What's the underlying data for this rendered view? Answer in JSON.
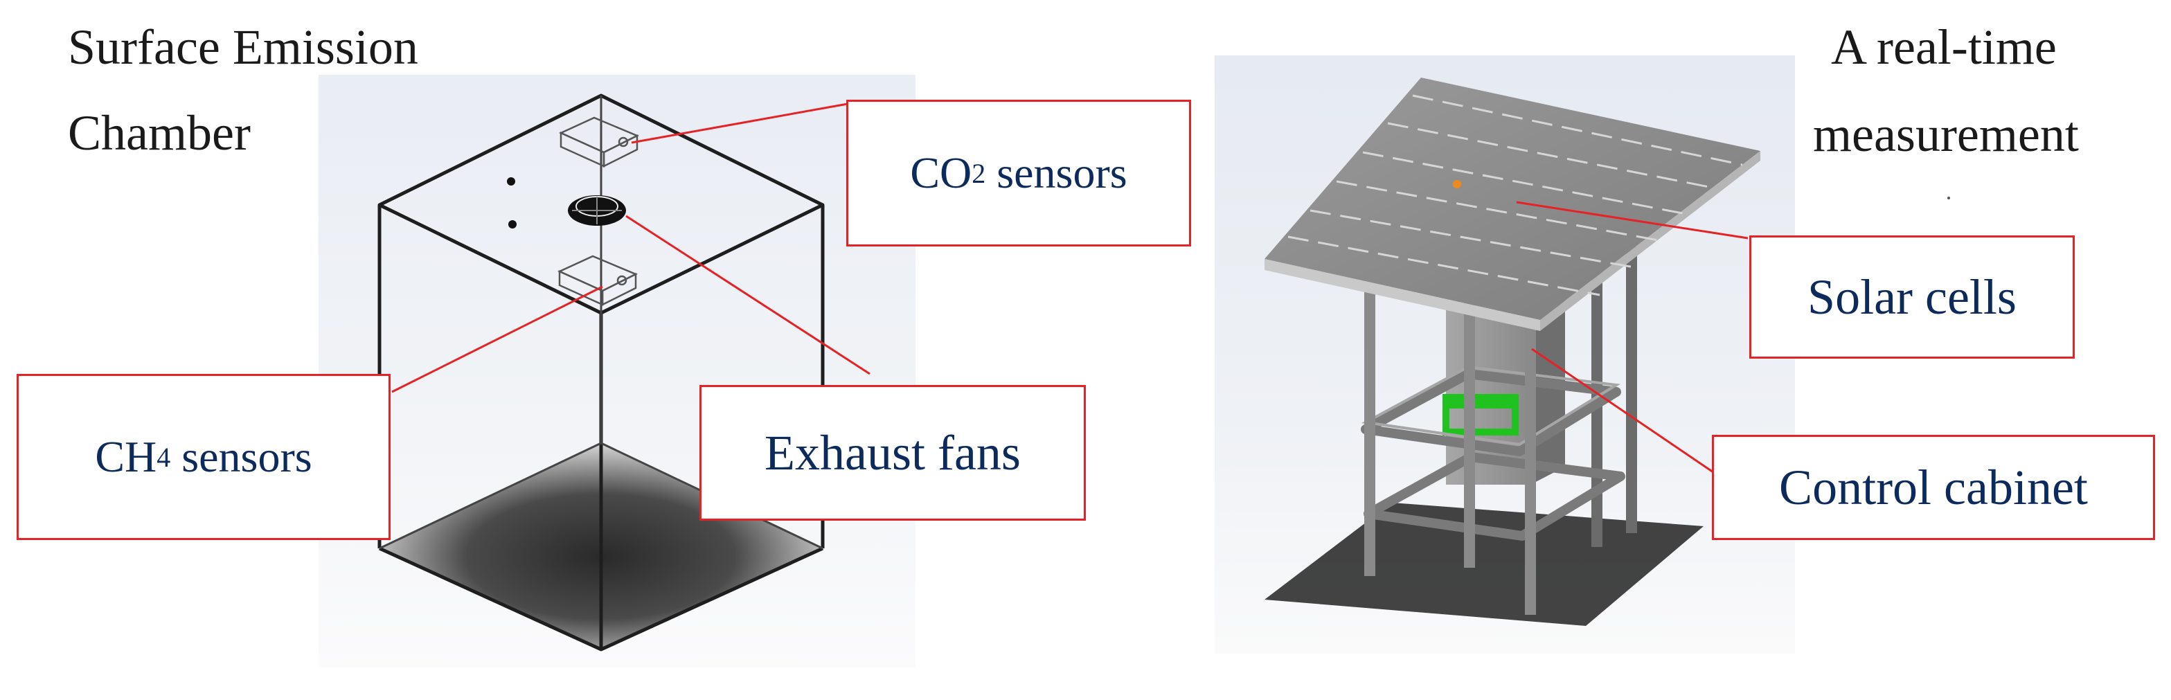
{
  "left_panel": {
    "title_line1": "Surface Emission",
    "title_line2": "Chamber",
    "labels": {
      "co2": {
        "prefix": "CO",
        "sub": "2",
        "suffix": " sensors"
      },
      "ch4": {
        "prefix": "CH",
        "sub": "4",
        "suffix": " sensors"
      },
      "fans": "Exhaust fans"
    }
  },
  "right_panel": {
    "title_line1": "A real-time",
    "title_line2": "measurement",
    "labels": {
      "solar": "Solar cells",
      "cabinet": "Control cabinet"
    }
  },
  "colors": {
    "callout_border": "#e52226",
    "callout_text": "#0d2a5c",
    "cabinet_logo": "#1fc21f",
    "solar_dot": "#f08a1c"
  }
}
